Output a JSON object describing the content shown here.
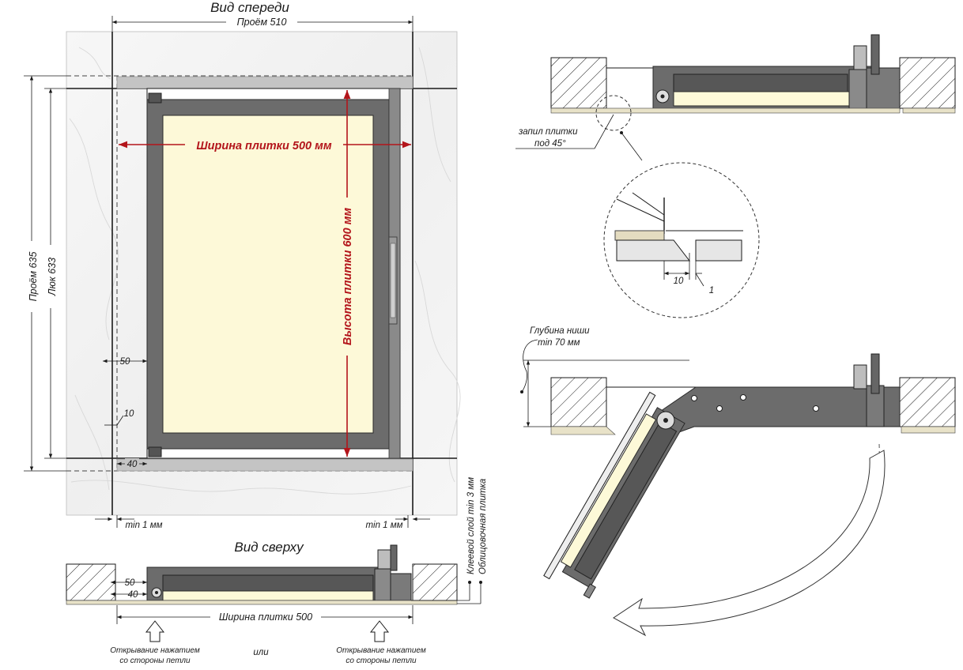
{
  "titles": {
    "front_view": "Вид спереди",
    "top_view": "Вид сверху"
  },
  "dims": {
    "opening_width": "Проём 510",
    "opening_height": "Проём 635",
    "hatch_height": "Люк 633",
    "tile_width": "Ширина плитки 500 мм",
    "tile_height": "Высота плитки 600 мм",
    "d50": "50",
    "d10": "10",
    "d40": "40",
    "min_gap": "min 1 мм",
    "tile_width_top": "Ширина плитки 500",
    "detail_10": "10",
    "detail_1": "1"
  },
  "labels": {
    "glue_layer": "Клеевой слой min 3 мм",
    "facing_tile": "Облицовочная плитка",
    "chamfer_line1": "запил плитки",
    "chamfer_line2": "под 45°",
    "niche_line1": "Глубина ниши",
    "niche_line2": "min 70 мм",
    "open_line1": "Открывание нажатием",
    "open_line2": "со стороны петли",
    "or": "или"
  },
  "colors": {
    "accent": "#b3151b",
    "frame": "#6c6c6c",
    "tile": "#fdf9d8",
    "marble": "#f4f4f4"
  }
}
